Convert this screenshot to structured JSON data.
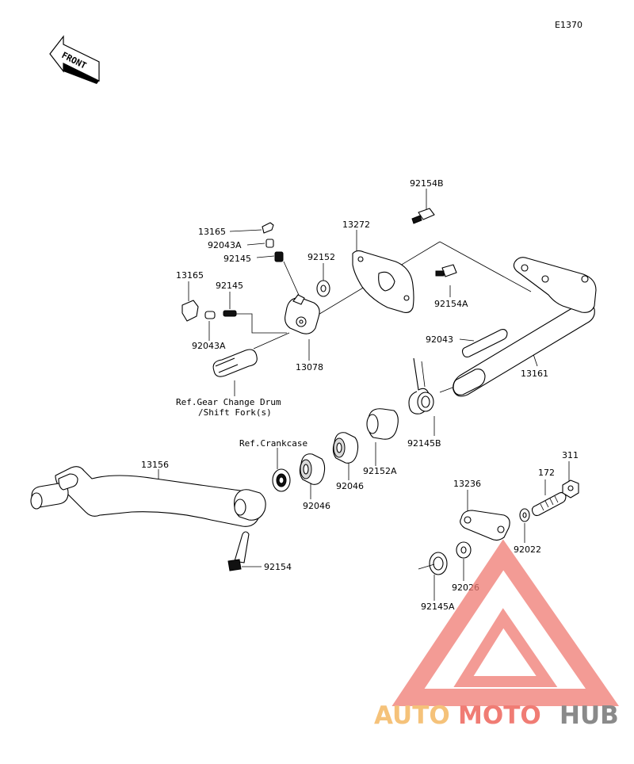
{
  "diagram": {
    "code": "E1370",
    "front_label": "FRONT",
    "callouts": {
      "p13165a": "13165",
      "p92043a_top": "92043A",
      "p92145_top": "92145",
      "p92152": "92152",
      "p13272": "13272",
      "p92154b": "92154B",
      "p92154a": "92154A",
      "p13165b": "13165",
      "p92145_mid": "92145",
      "p92043a_mid": "92043A",
      "p13078": "13078",
      "p92043": "92043",
      "p13161": "13161",
      "p92145b": "92145B",
      "p92152a": "92152A",
      "p92046_a": "92046",
      "p92046_b": "92046",
      "p13156": "13156",
      "p92154": "92154",
      "p13236": "13236",
      "p172": "172",
      "p311": "311",
      "p92022": "92022",
      "p92026": "92026",
      "p92145a": "92145A"
    },
    "refs": {
      "gear_change_line1": "Ref.Gear Change Drum",
      "gear_change_line2": "/Shift Fork(s)",
      "crankcase": "Ref.Crankcase"
    }
  },
  "watermark": {
    "brand_part1": "AUTO",
    "brand_part2": "MOTO",
    "brand_part3": "HUB",
    "colors": {
      "auto": "#f5c27a",
      "moto": "#f07c74",
      "hub": "#8a8a8a",
      "triangle": "#ef7a72"
    }
  }
}
